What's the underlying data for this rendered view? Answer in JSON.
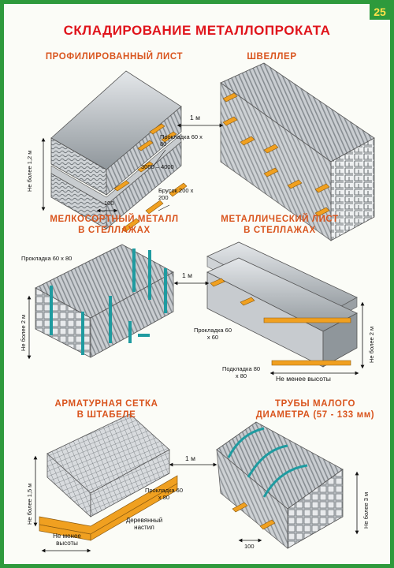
{
  "page_number": "25",
  "title": "СКЛАДИРОВАНИЕ МЕТАЛЛОПРОКАТА",
  "colors": {
    "frame": "#2e9a3c",
    "title": "#e0141b",
    "heading": "#d9551e",
    "wood": "#f0a020",
    "metal": "#a9aeb2",
    "rack": "#1f9ba0"
  },
  "panels": {
    "profiled_sheet": {
      "heading": "ПРОФИЛИРОВАННЫЙ ЛИСТ",
      "height_label": "Не более 1,2 м",
      "gasket_label": "Прокладка 60 х 80",
      "length_label": "3000 – 4000",
      "beam_label": "Брусок 200 х 200",
      "spacing_label": "100"
    },
    "channel": {
      "heading": "ШВЕЛЛЕР"
    },
    "gap_1": "1 м",
    "small_metal": {
      "heading_line1": "МЕЛКОСОРТНЫЙ МЕТАЛЛ",
      "heading_line2": "В СТЕЛЛАЖАХ",
      "gasket_label": "Прокладка 60 х 80",
      "height_label": "Не более 2 м"
    },
    "gap_2": "1 м",
    "metal_sheet": {
      "heading_line1": "МЕТАЛЛИЧЕСКИЙ ЛИСТ",
      "heading_line2": "В СТЕЛЛАЖАХ",
      "gasket_label": "Прокладка 60 х 60",
      "pad_label": "Подкладка 80 х 80",
      "min_height_label": "Не менее высоты",
      "height_label": "Не более 2 м"
    },
    "rebar_mesh": {
      "heading_line1": "АРМАТУРНАЯ СЕТКА",
      "heading_line2": "В ШТАБЕЛЕ",
      "height_label": "Не более 1,5 м",
      "gasket_label": "Прокладка 60 х 80",
      "floor_label": "Деревянный настил",
      "min_height_label": "Не менее высоты"
    },
    "gap_3": "1 м",
    "pipes": {
      "heading_line1": "ТРУБЫ МАЛОГО",
      "heading_line2": "ДИАМЕТРА (57 - 133 мм)",
      "height_label": "Не более 3 м",
      "spacing_label": "100"
    }
  }
}
